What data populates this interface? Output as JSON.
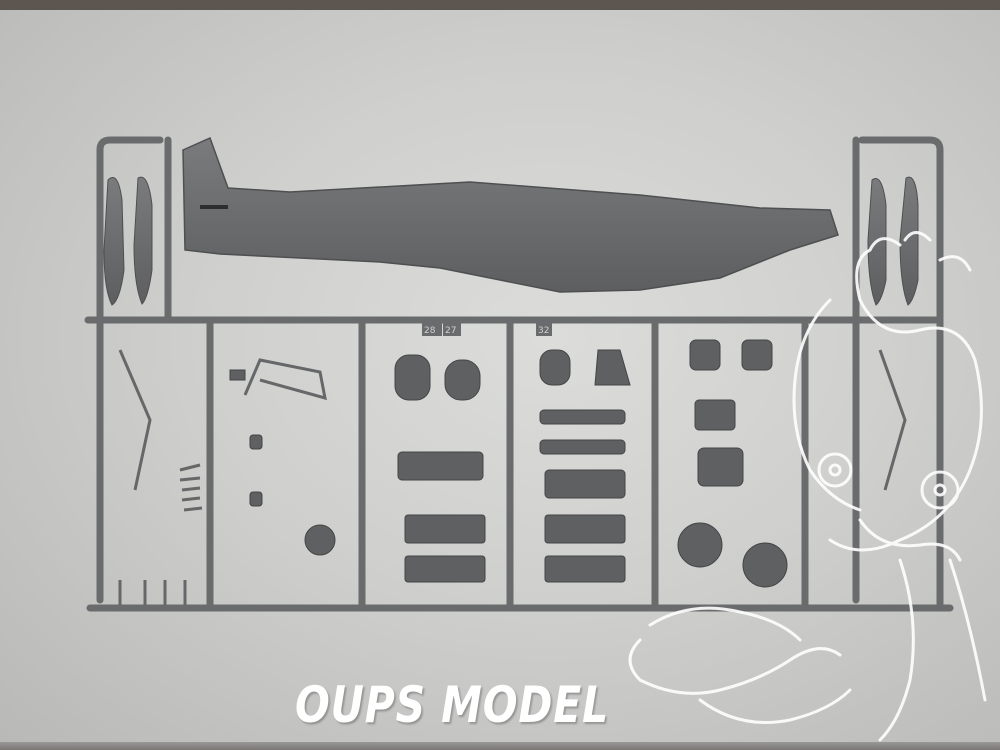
{
  "photo": {
    "subject": "plastic model kit sprue",
    "part_numbers": [
      "28",
      "27",
      "32"
    ]
  },
  "watermark": {
    "text": "OUPS MODEL"
  },
  "colors": {
    "sprue_plastic": "#6b6c6e",
    "background_paper": "#d6d6d4",
    "watermark": "#ffffff"
  }
}
